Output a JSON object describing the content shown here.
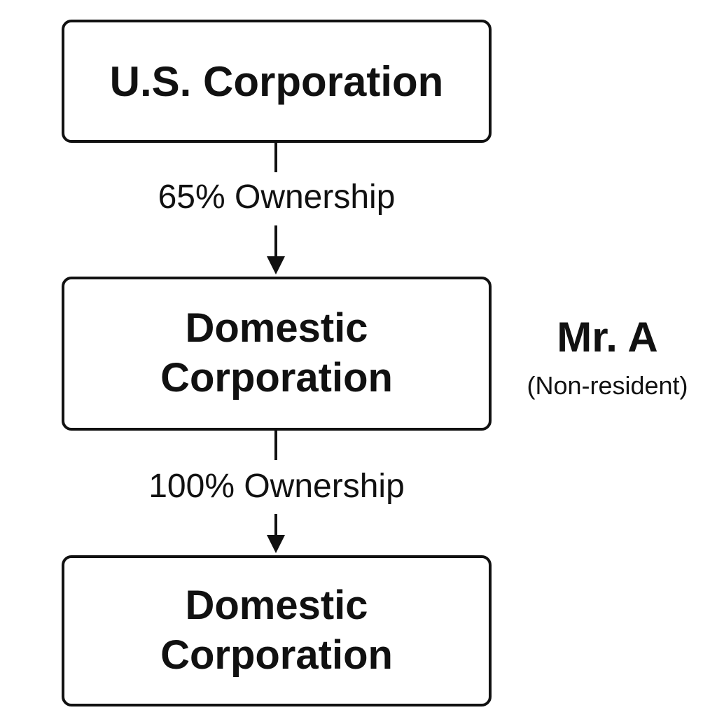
{
  "diagram": {
    "nodes": [
      {
        "id": "us-corp",
        "lines": [
          "U.S. Corporation"
        ]
      },
      {
        "id": "domestic-corp-1",
        "lines": [
          "Domestic",
          "Corporation"
        ]
      },
      {
        "id": "domestic-corp-2",
        "lines": [
          "Domestic",
          "Corporation"
        ]
      }
    ],
    "edges": [
      {
        "from": "us-corp",
        "to": "domestic-corp-1",
        "label": "65% Ownership"
      },
      {
        "from": "domestic-corp-1",
        "to": "domestic-corp-2",
        "label": "100% Ownership"
      }
    ],
    "person": {
      "name": "Mr. A",
      "status": "(Non-resident)"
    }
  }
}
